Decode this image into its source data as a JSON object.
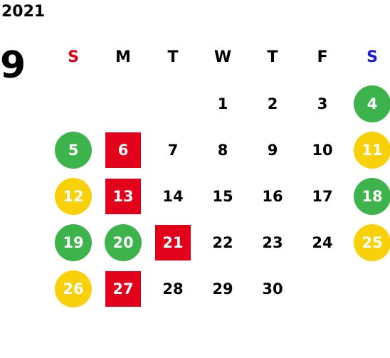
{
  "calendar": {
    "year": "2021",
    "month": "9",
    "weekday_headers": [
      {
        "label": "S",
        "color": "#e2001a"
      },
      {
        "label": "M",
        "color": "#000000"
      },
      {
        "label": "T",
        "color": "#000000"
      },
      {
        "label": "W",
        "color": "#000000"
      },
      {
        "label": "T",
        "color": "#000000"
      },
      {
        "label": "F",
        "color": "#000000"
      },
      {
        "label": "S",
        "color": "#1a1adb"
      }
    ],
    "first_weekday_index": 3,
    "days": [
      {
        "day": "1",
        "marker": "none"
      },
      {
        "day": "2",
        "marker": "none"
      },
      {
        "day": "3",
        "marker": "none"
      },
      {
        "day": "4",
        "marker": "green-circle"
      },
      {
        "day": "5",
        "marker": "green-circle"
      },
      {
        "day": "6",
        "marker": "red-square"
      },
      {
        "day": "7",
        "marker": "none"
      },
      {
        "day": "8",
        "marker": "none"
      },
      {
        "day": "9",
        "marker": "none"
      },
      {
        "day": "10",
        "marker": "none"
      },
      {
        "day": "11",
        "marker": "yellow-circle"
      },
      {
        "day": "12",
        "marker": "yellow-circle"
      },
      {
        "day": "13",
        "marker": "red-square"
      },
      {
        "day": "14",
        "marker": "none"
      },
      {
        "day": "15",
        "marker": "none"
      },
      {
        "day": "16",
        "marker": "none"
      },
      {
        "day": "17",
        "marker": "none"
      },
      {
        "day": "18",
        "marker": "green-circle"
      },
      {
        "day": "19",
        "marker": "green-circle"
      },
      {
        "day": "20",
        "marker": "green-circle"
      },
      {
        "day": "21",
        "marker": "red-square"
      },
      {
        "day": "22",
        "marker": "none"
      },
      {
        "day": "23",
        "marker": "none"
      },
      {
        "day": "24",
        "marker": "none"
      },
      {
        "day": "25",
        "marker": "yellow-circle"
      },
      {
        "day": "26",
        "marker": "yellow-circle"
      },
      {
        "day": "27",
        "marker": "red-square"
      },
      {
        "day": "28",
        "marker": "none"
      },
      {
        "day": "29",
        "marker": "none"
      },
      {
        "day": "30",
        "marker": "none"
      }
    ],
    "marker_colors": {
      "green-circle": "#3cb44b",
      "yellow-circle": "#f9d10a",
      "red-square": "#e2001a"
    }
  }
}
